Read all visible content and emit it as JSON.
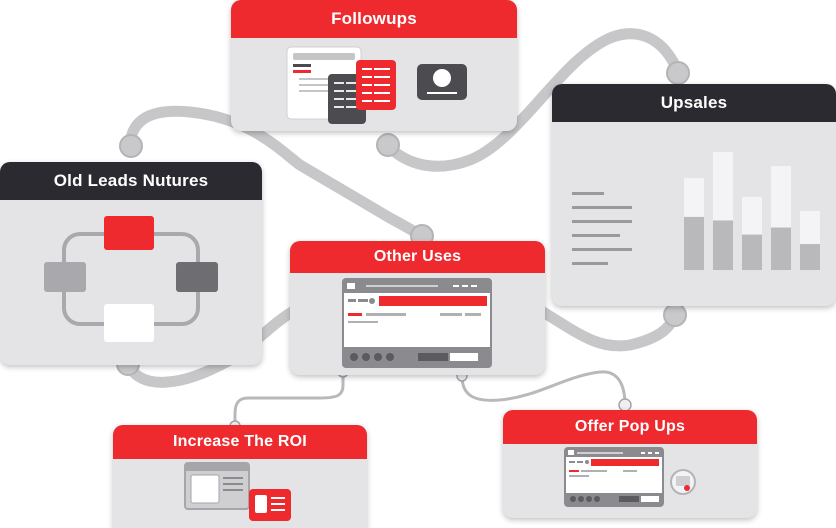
{
  "cards": {
    "followups": {
      "title": "Followups"
    },
    "upsales": {
      "title": "Upsales"
    },
    "old_leads": {
      "title": "Old Leads Nutures"
    },
    "other_uses": {
      "title": "Other Uses"
    },
    "increase_roi": {
      "title": "Increase The ROI"
    },
    "offer_popups": {
      "title": "Offer Pop Ups"
    }
  },
  "colors": {
    "accent_red": "#ee2a2e",
    "dark_header": "#2b2a30",
    "card_bg": "#e4e4e6",
    "connector": "#c7c7ca"
  },
  "upsales_bars": [
    {
      "total": 0.78,
      "filled": 0.45
    },
    {
      "total": 1.0,
      "filled": 0.42
    },
    {
      "total": 0.62,
      "filled": 0.3
    },
    {
      "total": 0.88,
      "filled": 0.36
    },
    {
      "total": 0.5,
      "filled": 0.22
    }
  ]
}
